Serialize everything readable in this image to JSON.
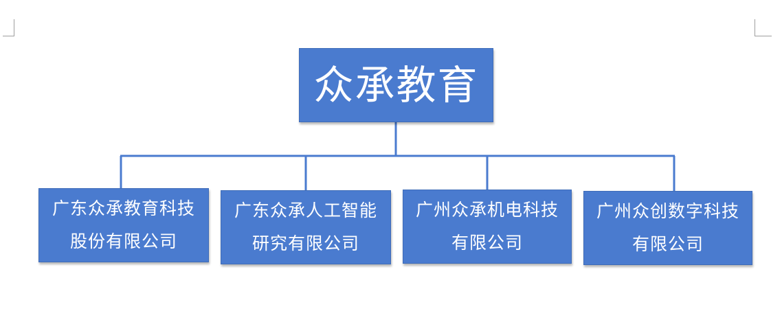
{
  "root": {
    "label": "众承教育"
  },
  "children": [
    {
      "line1": "广东众承教育科技",
      "line2": "股份有限公司"
    },
    {
      "line1": "广东众承人工智能",
      "line2": "研究有限公司"
    },
    {
      "line1": "广州众承机电科技",
      "line2": "有限公司"
    },
    {
      "line1": "广州众创数字科技",
      "line2": "有限公司"
    }
  ],
  "colors": {
    "box_fill": "#4a7bcf",
    "connector": "#4a7bcf",
    "text": "#ffffff"
  }
}
